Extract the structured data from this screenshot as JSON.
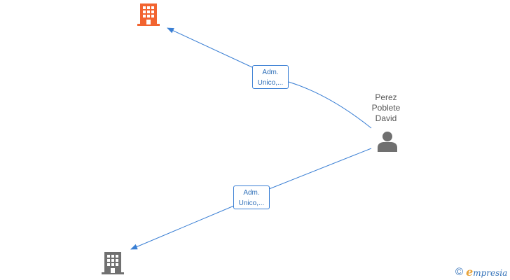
{
  "person": {
    "name_lines": [
      "Perez",
      "Poblete",
      "David"
    ],
    "icon": "person-icon"
  },
  "companies": [
    {
      "icon": "building-icon",
      "color": "#f26430"
    },
    {
      "icon": "building-icon",
      "color": "#707070"
    }
  ],
  "edges": [
    {
      "label_lines": [
        "Adm.",
        "Unico,..."
      ]
    },
    {
      "label_lines": [
        "Adm.",
        "Unico,..."
      ]
    }
  ],
  "colors": {
    "edge": "#3a7fd4",
    "person": "#707070"
  },
  "brand": {
    "copyright_symbol": "©",
    "name_initial": "e",
    "name_rest": "mpresia"
  }
}
